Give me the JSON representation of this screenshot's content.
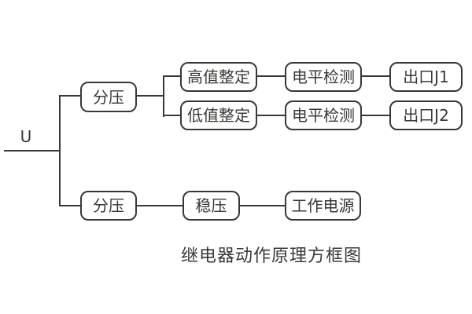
{
  "diagram": {
    "input_label": "U",
    "caption": "继电器动作原理方框图",
    "colors": {
      "background": "#ffffff",
      "line": "#3a3836",
      "text": "#3a3836",
      "node_fill": "#ffffff"
    },
    "nodes": [
      {
        "id": "fenya-top",
        "label": "分压"
      },
      {
        "id": "gaozhi-zhengding",
        "label": "高值整定"
      },
      {
        "id": "dianping-jiance-1",
        "label": "电平检测"
      },
      {
        "id": "chukou-j1",
        "label": "出口J1"
      },
      {
        "id": "dizhi-zhengding",
        "label": "低值整定"
      },
      {
        "id": "dianping-jiance-2",
        "label": "电平检测"
      },
      {
        "id": "chukou-j2",
        "label": "出口J2"
      },
      {
        "id": "fenya-bottom",
        "label": "分压"
      },
      {
        "id": "wenya",
        "label": "稳压"
      },
      {
        "id": "gongzuo-dianyuan",
        "label": "工作电源"
      }
    ],
    "edges": [
      {
        "from": "U",
        "to": "fenya-top"
      },
      {
        "from": "U",
        "to": "fenya-bottom"
      },
      {
        "from": "fenya-top",
        "to": "gaozhi-zhengding"
      },
      {
        "from": "fenya-top",
        "to": "dizhi-zhengding"
      },
      {
        "from": "gaozhi-zhengding",
        "to": "dianping-jiance-1"
      },
      {
        "from": "dianping-jiance-1",
        "to": "chukou-j1"
      },
      {
        "from": "dizhi-zhengding",
        "to": "dianping-jiance-2"
      },
      {
        "from": "dianping-jiance-2",
        "to": "chukou-j2"
      },
      {
        "from": "fenya-bottom",
        "to": "wenya"
      },
      {
        "from": "wenya",
        "to": "gongzuo-dianyuan"
      }
    ]
  }
}
